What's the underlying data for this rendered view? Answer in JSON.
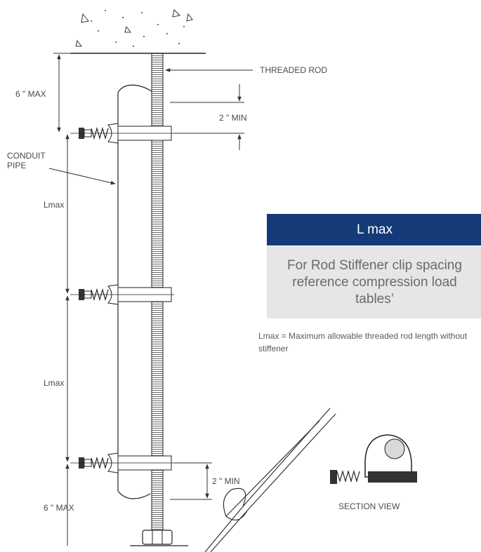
{
  "labels": {
    "threaded_rod": "THREADED ROD",
    "top_max": "6 \" MAX",
    "top_min": "2 \" MIN",
    "conduit_line1": "CONDUIT",
    "conduit_line2": "PIPE",
    "lmax_upper": "Lmax",
    "lmax_lower": "Lmax",
    "bottom_min": "2 \" MIN",
    "bottom_max": "6 \" MAX",
    "section_view": "SECTION VIEW"
  },
  "info_box": {
    "title": "L max",
    "body": "For Rod Stiffener clip spacing reference compression load tables’",
    "title_bg": "#143b78",
    "body_bg": "#e6e6e6"
  },
  "note": "Lmax = Maximum allowable threaded rod length without stiffener",
  "icons": [
    "concrete-ceiling",
    "threaded-rod",
    "conduit-pipe",
    "rod-stiffener-clip",
    "hex-nut",
    "clip-section"
  ]
}
